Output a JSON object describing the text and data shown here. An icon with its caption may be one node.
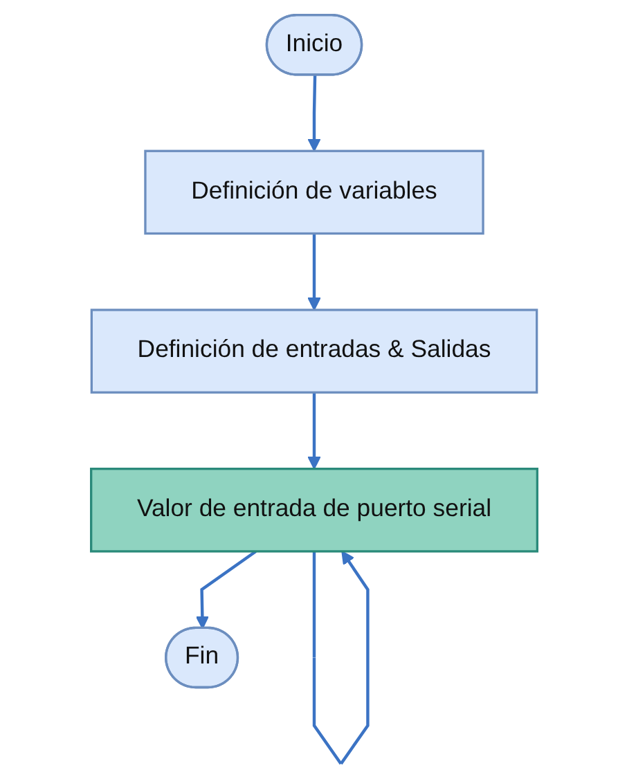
{
  "diagram": {
    "nodes": [
      {
        "text": [
          "Inicio"
        ]
      },
      {
        "text": [
          "Definición de variables"
        ]
      },
      {
        "text": [
          "Definición de entradas & Salidas"
        ]
      },
      {
        "text": [
          "Valor de entrada de puerto serial"
        ]
      },
      {
        "text": [
          "Fin"
        ]
      }
    ],
    "edges": [
      {
        "from": 0,
        "to": 1,
        "arrow": "to"
      },
      {
        "from": 1,
        "to": 2,
        "arrow": "to"
      },
      {
        "from": 2,
        "to": 3,
        "arrow": "to"
      },
      {
        "from": 3,
        "to": 4,
        "arrow": "to"
      },
      {
        "from": 3,
        "to": 3,
        "arrow": "to"
      }
    ]
  }
}
